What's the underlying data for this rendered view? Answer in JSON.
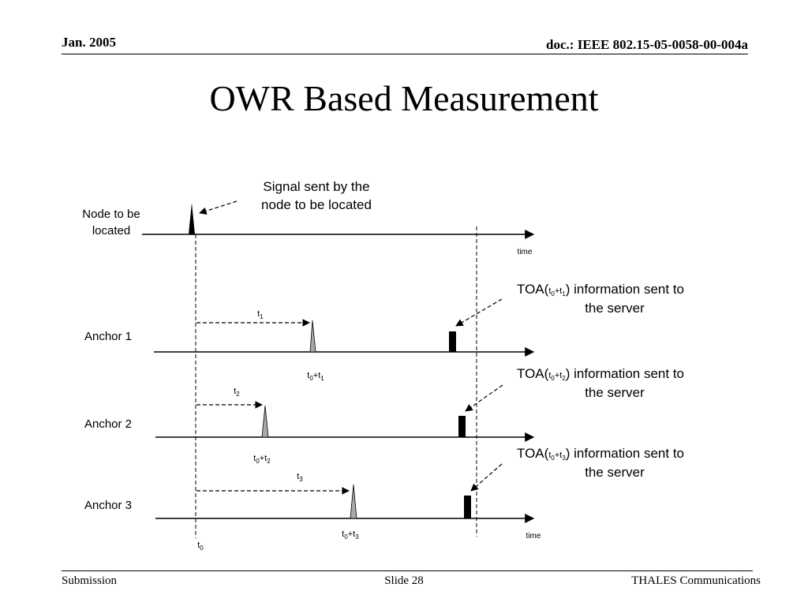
{
  "header": {
    "date": "Jan. 2005",
    "doc": "doc.: IEEE 802.15-05-0058-00-004a"
  },
  "title": "OWR Based Measurement",
  "footer": {
    "left": "Submission",
    "center": "Slide 28",
    "right": "THALES Communications"
  },
  "diagram": {
    "signal_callout": [
      "Signal sent by the",
      "node to be located"
    ],
    "time_label": "time",
    "t0_label": {
      "base": "t",
      "sub": "0"
    },
    "node": {
      "label": [
        "Node to be",
        "located"
      ]
    },
    "anchors": [
      {
        "label": "Anchor 1",
        "delay": {
          "base": "t",
          "sub": "1"
        },
        "arrival": {
          "b1": "t",
          "s1": "0",
          "plus": "+t",
          "s2": "1"
        },
        "toa": {
          "pre": "TOA(",
          "b1": "t",
          "s1": "0",
          "plus": "+t",
          "s2": "1",
          "post": ") information sent to",
          "line2": "the server"
        }
      },
      {
        "label": "Anchor 2",
        "delay": {
          "base": "t",
          "sub": "2"
        },
        "arrival": {
          "b1": "t",
          "s1": "0",
          "plus": "+t",
          "s2": "2"
        },
        "toa": {
          "pre": "TOA(",
          "b1": "t",
          "s1": "0",
          "plus": "+t",
          "s2": "2",
          "post": ") information sent to",
          "line2": "the server"
        }
      },
      {
        "label": "Anchor 3",
        "delay": {
          "base": "t",
          "sub": "3"
        },
        "arrival": {
          "b1": "t",
          "s1": "0",
          "plus": "+t",
          "s2": "3"
        },
        "toa": {
          "pre": "TOA(",
          "b1": "t",
          "s1": "0",
          "plus": "+t",
          "s2": "3",
          "post": ") information sent to",
          "line2": "the server"
        }
      }
    ]
  },
  "colors": {
    "pulse_fill": "#a9a9a9",
    "ink": "#000000"
  }
}
